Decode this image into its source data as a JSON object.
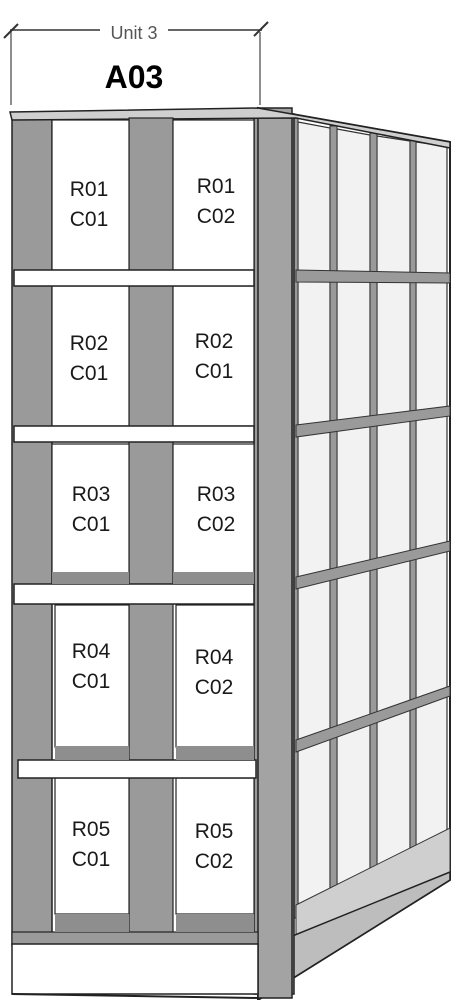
{
  "unit_label": "Unit 3",
  "aisle_title": "A03",
  "cells": [
    {
      "row": "R01",
      "col": "C01"
    },
    {
      "row": "R01",
      "col": "C02"
    },
    {
      "row": "R02",
      "col": "C01"
    },
    {
      "row": "R02",
      "col": "C01"
    },
    {
      "row": "R03",
      "col": "C01"
    },
    {
      "row": "R03",
      "col": "C02"
    },
    {
      "row": "R04",
      "col": "C01"
    },
    {
      "row": "R04",
      "col": "C02"
    },
    {
      "row": "R05",
      "col": "C01"
    },
    {
      "row": "R05",
      "col": "C02"
    }
  ],
  "colors": {
    "frame": "#9a9a9a",
    "frame_dark": "#7f7f7f",
    "cell_back": "#ffffff",
    "outline": "#222222"
  }
}
